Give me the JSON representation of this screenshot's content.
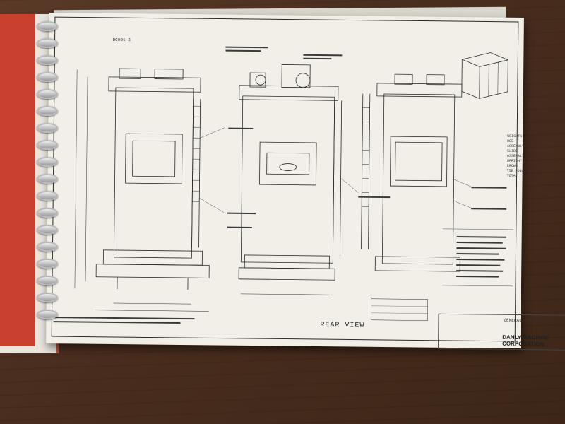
{
  "scene": "photo-of-engineering-drawing",
  "drawing": {
    "title_block_company": "DANLY MACHINE CORPORATION",
    "assembly_label": "GENERAL ASSEMBLY",
    "view_label": "REAR VIEW",
    "drawing_number": "DC001-3",
    "weights_heading": "WEIGHTS",
    "weights": [
      "BED ASSEMBLY",
      "SLIDE ASSEMBLY",
      "UPRIGHT",
      "CROWN",
      "TIE RODS",
      "TOTAL"
    ]
  },
  "colors": {
    "paper": "#f1efe8",
    "ink": "#2a2a2a",
    "binder_red": "#c9402e",
    "table_wood": "#4a2e1f"
  }
}
